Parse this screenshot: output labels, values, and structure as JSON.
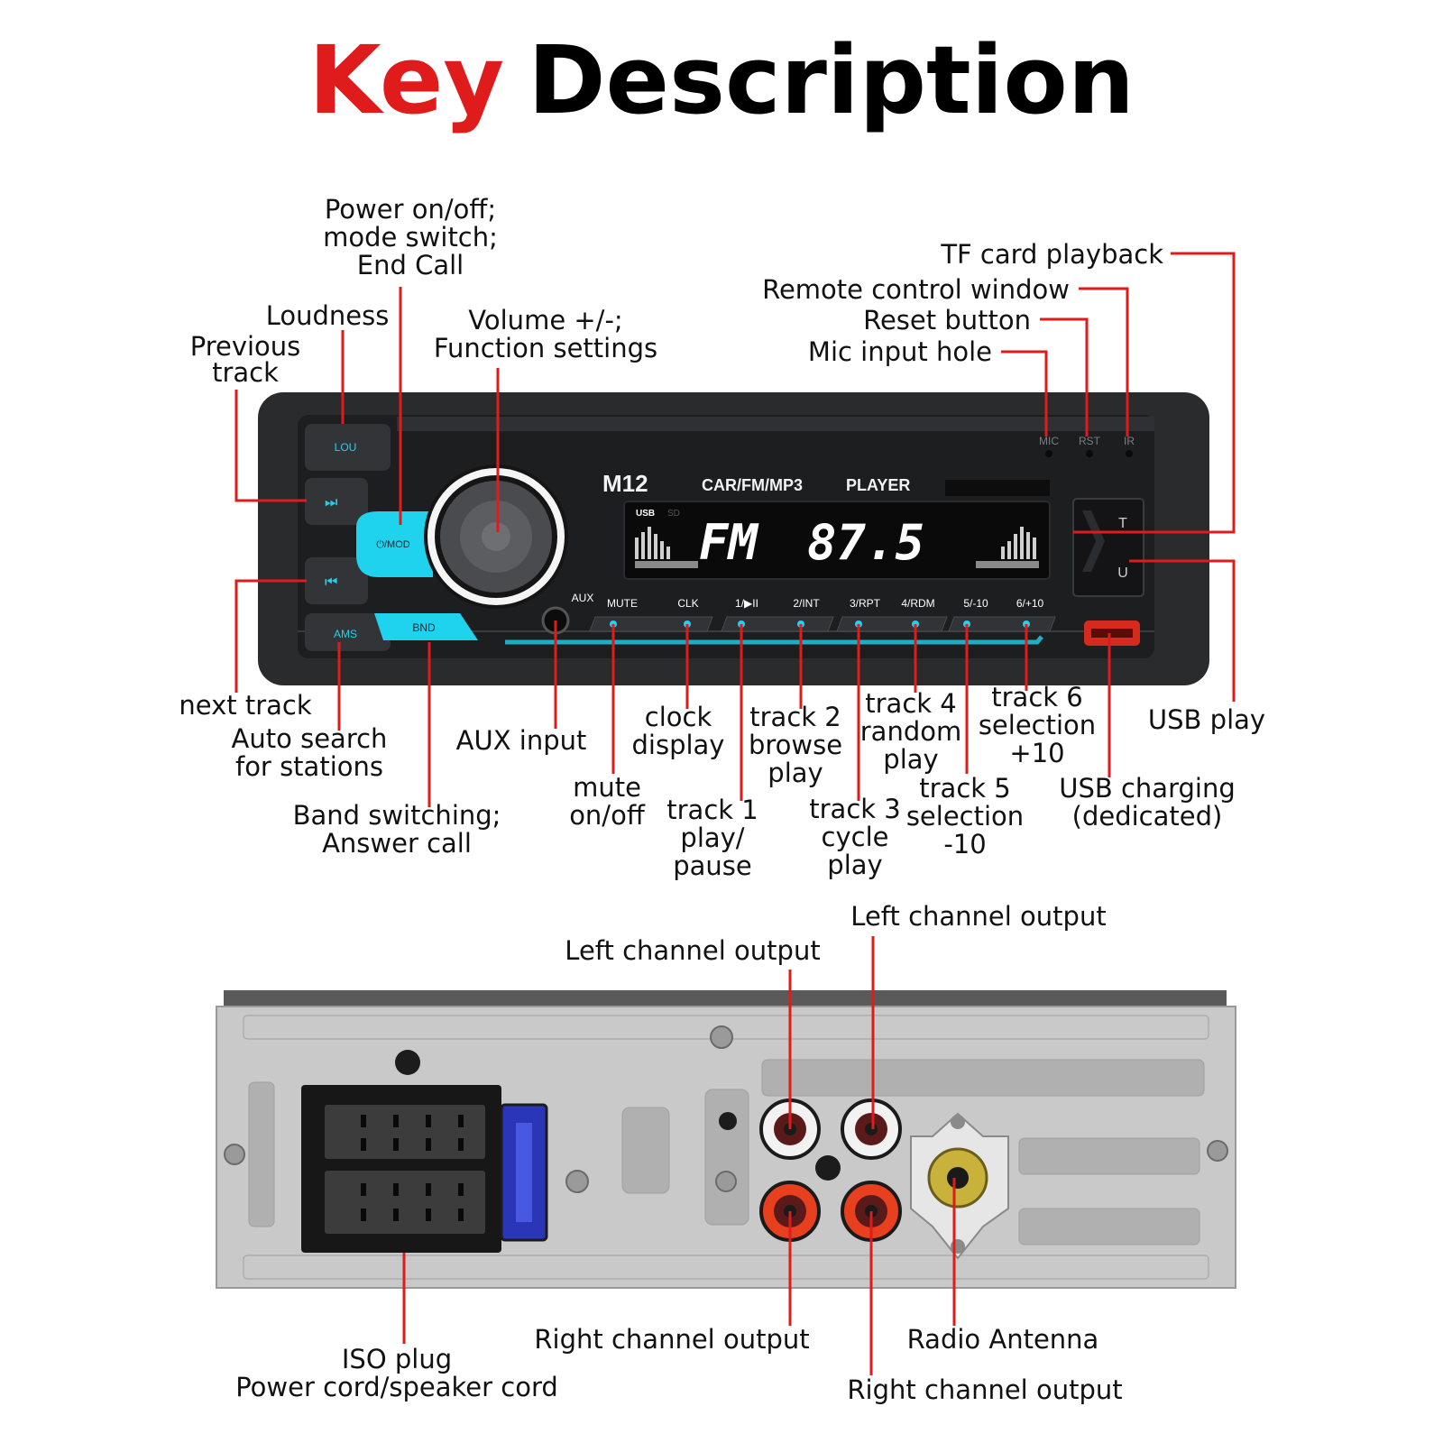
{
  "title": {
    "key": "Key",
    "rest": "Description"
  },
  "colors": {
    "accent_red": "#e01b1b",
    "cyan": "#1fd3ee",
    "panel": "#2a2b2d",
    "chassis": "#c9c9c9"
  },
  "front_panel": {
    "brand": "M12",
    "subtitle": "CAR/FM/MP3",
    "player": "PLAYER",
    "display_mode": "FM",
    "display_freq": "87.5",
    "display_usb": "USB",
    "display_sd": "SD",
    "buttons": {
      "lou": "LOU",
      "mod": "⏻/MOD",
      "ams": "AMS",
      "bnd": "BND",
      "aux": "AUX",
      "mute": "MUTE",
      "clk": "CLK",
      "b1": "1/▶II",
      "b2": "2/INT",
      "b3": "3/RPT",
      "b4": "4/RDM",
      "b5": "5/-10",
      "b6": "6/+10",
      "mic": "MIC",
      "rst": "RST",
      "ir": "IR",
      "t": "T",
      "u": "U"
    }
  },
  "labels": {
    "power": [
      "Power on/off;",
      "mode switch;",
      "End Call"
    ],
    "loudness": [
      "Loudness"
    ],
    "previous": [
      "Previous",
      "track"
    ],
    "volume": [
      "Volume +/-;",
      "Function settings"
    ],
    "tf": [
      "TF card playback"
    ],
    "remote": [
      "Remote control window"
    ],
    "reset": [
      "Reset button"
    ],
    "mic": [
      "Mic input hole"
    ],
    "next": [
      "next track"
    ],
    "auto": [
      "Auto search",
      "for stations"
    ],
    "band": [
      "Band switching;",
      "Answer call"
    ],
    "aux": [
      "AUX input"
    ],
    "mute": [
      "mute",
      "on/off"
    ],
    "clock": [
      "clock",
      "display"
    ],
    "t1": [
      "track 1",
      "play/",
      "pause"
    ],
    "t2": [
      "track 2",
      "browse",
      "play"
    ],
    "t3": [
      "track 3",
      "cycle",
      "play"
    ],
    "t4": [
      "track 4",
      "random",
      "play"
    ],
    "t5": [
      "track 5",
      "selection",
      "-10"
    ],
    "t6": [
      "track 6",
      "selection",
      "+10"
    ],
    "usbplay": [
      "USB play"
    ],
    "usbcharge": [
      "USB charging",
      "(dedicated)"
    ],
    "left_out_1": [
      "Left channel output"
    ],
    "left_out_2": [
      "Left channel output"
    ],
    "right_out_1": [
      "Right channel output"
    ],
    "right_out_2": [
      "Right channel output"
    ],
    "antenna": [
      "Radio Antenna"
    ],
    "iso": [
      "ISO plug",
      "Power cord/speaker cord"
    ]
  }
}
